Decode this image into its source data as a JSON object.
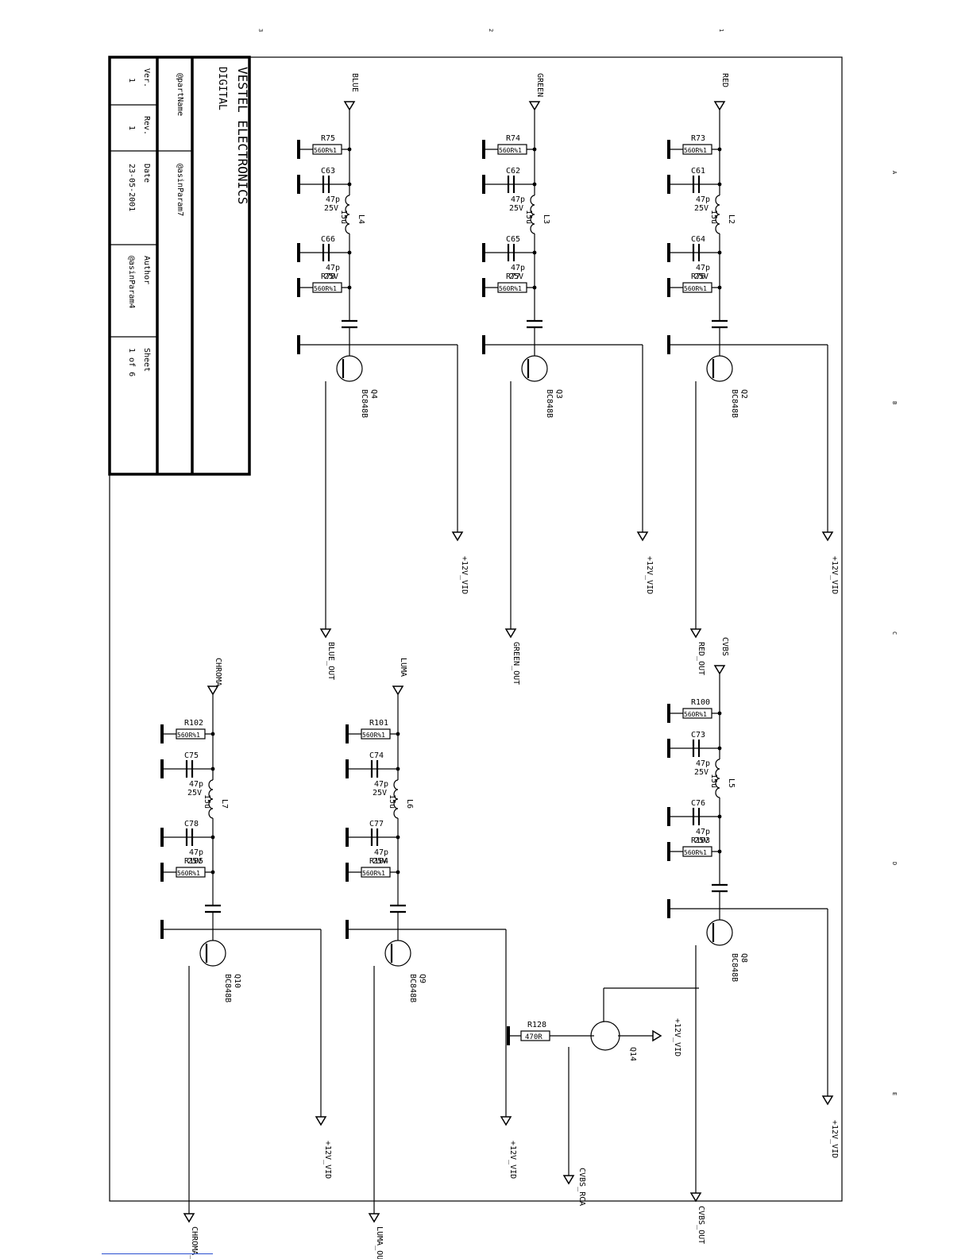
{
  "title_block": {
    "company": "VESTEL ELECTRONICS",
    "division": "DIGITAL",
    "part_name": "@partName",
    "param7": "@asinParam7",
    "fields": [
      {
        "label": "Ver.",
        "value": "1"
      },
      {
        "label": "Rev.",
        "value": "1"
      },
      {
        "label": "Date",
        "value": "23-05-2001"
      },
      {
        "label": "Author",
        "value": "@asinParam4"
      },
      {
        "label": "Sheet",
        "value": "1 of 6"
      }
    ]
  },
  "zone_markers": [
    "3",
    "2",
    "1",
    "A",
    "B",
    "C",
    "D",
    "E"
  ],
  "sections": [
    {
      "id": "red",
      "input": "RED",
      "output": "RED_OUT",
      "supply": "+12V_VID",
      "parts": [
        {
          "ref": "R73",
          "value": "560R%1"
        },
        {
          "ref": "C61",
          "value": "47p",
          "rating": "25V"
        },
        {
          "ref": "L2",
          "value": "15u"
        },
        {
          "ref": "C64",
          "value": "47p",
          "rating": "25V"
        },
        {
          "ref": "R76",
          "value": "560R%1"
        }
      ],
      "transistor": {
        "ref": "Q2",
        "type": "BC848B"
      }
    },
    {
      "id": "green",
      "input": "GREEN",
      "output": "GREEN_OUT",
      "supply": "+12V_VID",
      "parts": [
        {
          "ref": "R74",
          "value": "560R%1"
        },
        {
          "ref": "C62",
          "value": "47p",
          "rating": "25V"
        },
        {
          "ref": "L3",
          "value": "15u"
        },
        {
          "ref": "C65",
          "value": "47p",
          "rating": "25V"
        },
        {
          "ref": "R77",
          "value": "560R%1"
        }
      ],
      "transistor": {
        "ref": "Q3",
        "type": "BC848B"
      }
    },
    {
      "id": "blue",
      "input": "BLUE",
      "output": "BLUE_OUT",
      "supply": "+12V_VID",
      "parts": [
        {
          "ref": "R75",
          "value": "560R%1"
        },
        {
          "ref": "C63",
          "value": "47p",
          "rating": "25V"
        },
        {
          "ref": "L4",
          "value": "15u"
        },
        {
          "ref": "C66",
          "value": "47p",
          "rating": "25V"
        },
        {
          "ref": "R78",
          "value": "560R%1"
        }
      ],
      "transistor": {
        "ref": "Q4",
        "type": "BC848B"
      }
    },
    {
      "id": "cvbs",
      "input": "CVBS",
      "output": "CVBS_OUT",
      "supply": "+12V_VID",
      "parts": [
        {
          "ref": "R100",
          "value": "560R%1"
        },
        {
          "ref": "C73",
          "value": "47p",
          "rating": "25V"
        },
        {
          "ref": "L5",
          "value": "15u"
        },
        {
          "ref": "C76",
          "value": "47p",
          "rating": "25V"
        },
        {
          "ref": "R103",
          "value": "560R%1"
        }
      ],
      "transistor": {
        "ref": "Q8",
        "type": "BC848B"
      }
    },
    {
      "id": "luma",
      "input": "LUMA",
      "output": "LUMA_OUT",
      "supply": "+12V_VID",
      "parts": [
        {
          "ref": "R101",
          "value": "560R%1"
        },
        {
          "ref": "C74",
          "value": "47p",
          "rating": "25V"
        },
        {
          "ref": "L6",
          "value": "15u"
        },
        {
          "ref": "C77",
          "value": "47p",
          "rating": "25V"
        },
        {
          "ref": "R104",
          "value": "560R%1"
        }
      ],
      "transistor": {
        "ref": "Q9",
        "type": "BC848B"
      }
    },
    {
      "id": "chroma",
      "input": "CHROMA",
      "output": "CHROMA_OUT",
      "supply": "+12V_VID",
      "parts": [
        {
          "ref": "R102",
          "value": "560R%1"
        },
        {
          "ref": "C75",
          "value": "47p",
          "rating": "25V"
        },
        {
          "ref": "L7",
          "value": "15u"
        },
        {
          "ref": "C78",
          "value": "47p",
          "rating": "25V"
        },
        {
          "ref": "R105",
          "value": "560R%1"
        }
      ],
      "transistor": {
        "ref": "Q10",
        "type": "BC848B"
      }
    }
  ],
  "extra": {
    "cvbs_rca": "CVBS_RCA",
    "q14": "Q14",
    "r128": "R128",
    "r128_value": "470R",
    "supply": "+12V_VID"
  }
}
